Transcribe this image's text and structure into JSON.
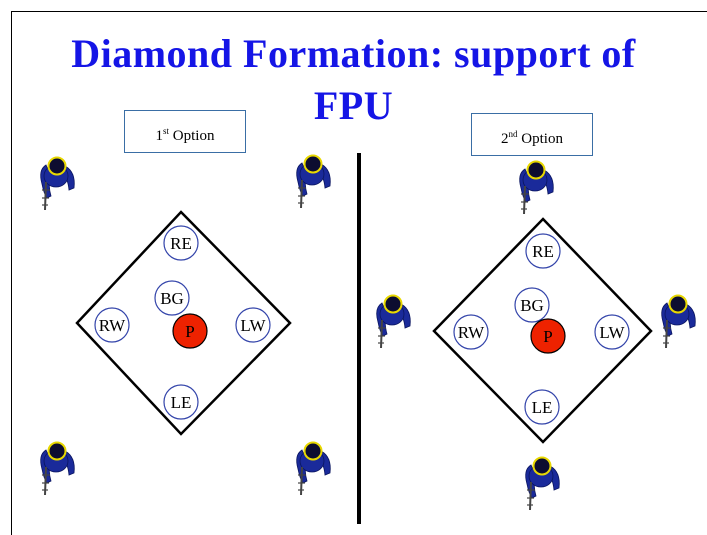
{
  "title": {
    "line1": "Diamond Formation: support of",
    "line2": "FPU"
  },
  "options": [
    {
      "number": "1",
      "ordinal_suffix": "st",
      "word": "Option"
    },
    {
      "number": "2",
      "ordinal_suffix": "nd",
      "word": "Option"
    }
  ],
  "formations": [
    {
      "positions": [
        {
          "label": "RE",
          "role": "escort"
        },
        {
          "label": "BG",
          "role": "escort"
        },
        {
          "label": "RW",
          "role": "escort"
        },
        {
          "label": "LW",
          "role": "escort"
        },
        {
          "label": "LE",
          "role": "escort"
        },
        {
          "label": "P",
          "role": "principal"
        }
      ]
    },
    {
      "positions": [
        {
          "label": "RE",
          "role": "escort"
        },
        {
          "label": "BG",
          "role": "escort"
        },
        {
          "label": "RW",
          "role": "escort"
        },
        {
          "label": "LW",
          "role": "escort"
        },
        {
          "label": "LE",
          "role": "escort"
        },
        {
          "label": "P",
          "role": "principal"
        }
      ]
    }
  ],
  "colors": {
    "title": "#1515e6",
    "principal_fill": "#ee2200",
    "escort_ring": "#3344aa",
    "officer_uniform": "#1a2a9a",
    "officer_helmet_band": "#e8d800",
    "option_box_border": "#3a6ea5"
  },
  "icons": {
    "officer": "soldier-with-rifle-top-view-icon"
  }
}
